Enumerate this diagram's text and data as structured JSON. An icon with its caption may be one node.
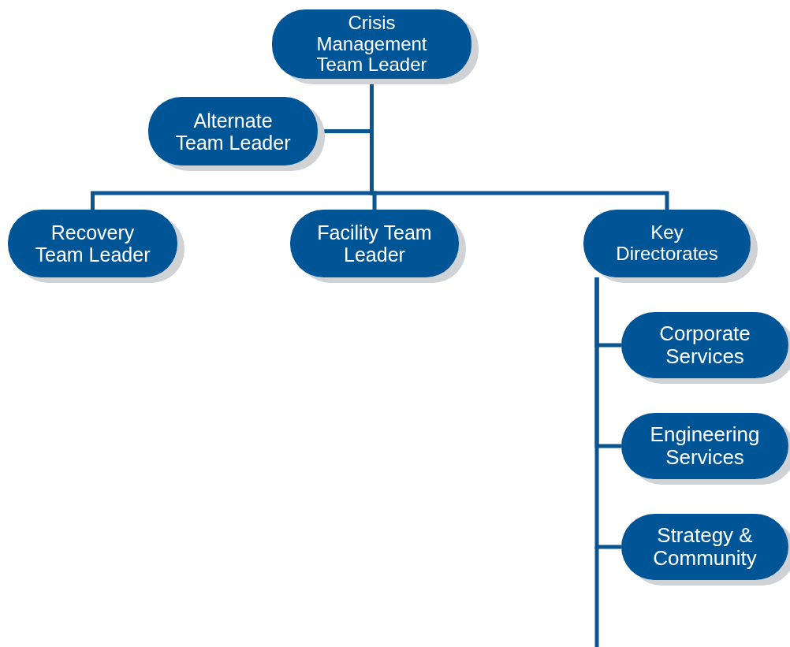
{
  "diagram": {
    "nodes": [
      {
        "text": [
          "Crisis Management Team Leader"
        ]
      },
      {
        "text": [
          "Alternate Team Leader"
        ]
      },
      {
        "text": [
          "Recovery Team Leader"
        ]
      },
      {
        "text": [
          "Facility Team Leader"
        ]
      },
      {
        "text": [
          "Key Directorates"
        ]
      },
      {
        "text": [
          "Corporate Services"
        ]
      },
      {
        "text": [
          "Engineering Services"
        ]
      },
      {
        "text": [
          "Strategy & Community"
        ]
      }
    ],
    "edges": [
      {
        "from": 0,
        "to": 1,
        "arrow": "none"
      },
      {
        "from": 0,
        "to": 2,
        "arrow": "none"
      },
      {
        "from": 0,
        "to": 3,
        "arrow": "none"
      },
      {
        "from": 0,
        "to": 4,
        "arrow": "none"
      },
      {
        "from": 4,
        "to": 5,
        "arrow": "none"
      },
      {
        "from": 4,
        "to": 6,
        "arrow": "none"
      },
      {
        "from": 4,
        "to": 7,
        "arrow": "none"
      }
    ]
  }
}
